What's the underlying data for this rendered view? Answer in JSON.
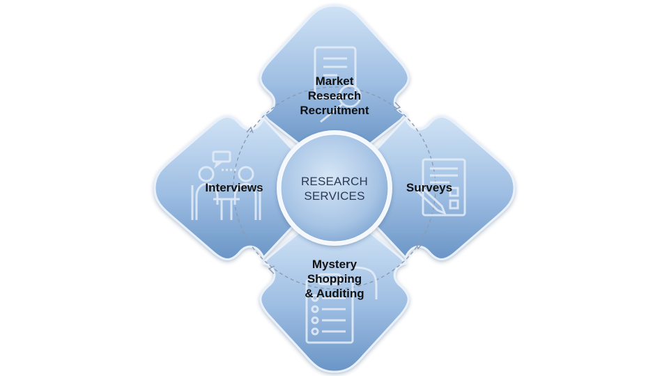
{
  "center": {
    "line1": "RESEARCH",
    "line2": "SERVICES"
  },
  "petals": {
    "top": {
      "line1": "Market",
      "line2": "Research",
      "line3": "Recruitment",
      "icon": "document-magnifier-icon"
    },
    "left": {
      "line1": "Interviews",
      "icon": "interview-meeting-icon"
    },
    "right": {
      "line1": "Surveys",
      "icon": "survey-form-pencil-icon"
    },
    "bottom": {
      "line1": "Mystery",
      "line2": "Shopping",
      "line3": "& Auditing",
      "icon": "clipboard-checklist-icon"
    }
  },
  "colors": {
    "petal_light": "#c9def3",
    "petal_dark": "#6d98c8",
    "petal_outline": "#e8f1fb",
    "center_fill": "#a9c6e6",
    "center_ring": "#f4f8fc",
    "icon_stroke": "#e6eef8",
    "dashed_ring": "#8a9bb3"
  }
}
